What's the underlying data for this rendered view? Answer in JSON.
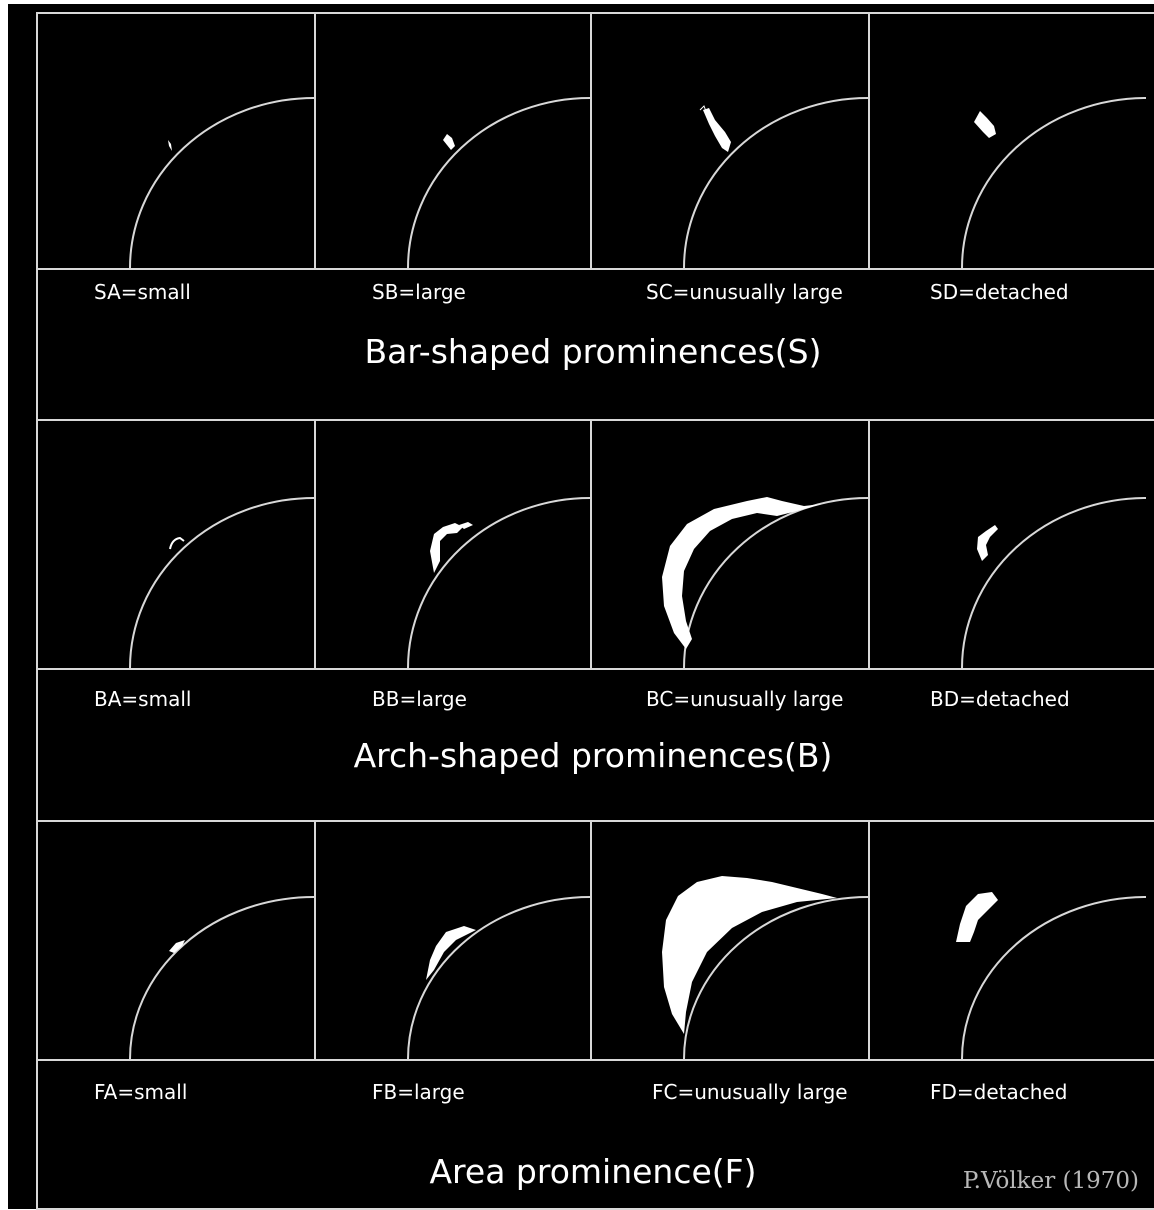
{
  "rows": [
    {
      "title": "Bar-shaped prominences(S)",
      "panels": [
        {
          "label": "SA=small",
          "icon": "small-bar-prominence-icon"
        },
        {
          "label": "SB=large",
          "icon": "large-bar-prominence-icon"
        },
        {
          "label": "SC=unusually large",
          "icon": "unusually-large-bar-prominence-icon"
        },
        {
          "label": "SD=detached",
          "icon": "detached-bar-prominence-icon"
        }
      ]
    },
    {
      "title": "Arch-shaped prominences(B)",
      "panels": [
        {
          "label": "BA=small",
          "icon": "small-arch-prominence-icon"
        },
        {
          "label": "BB=large",
          "icon": "large-arch-prominence-icon"
        },
        {
          "label": "BC=unusually large",
          "icon": "unusually-large-arch-prominence-icon"
        },
        {
          "label": "BD=detached",
          "icon": "detached-arch-prominence-icon"
        }
      ]
    },
    {
      "title": "Area prominence(F)",
      "panels": [
        {
          "label": "FA=small",
          "icon": "small-area-prominence-icon"
        },
        {
          "label": "FB=large",
          "icon": "large-area-prominence-icon"
        },
        {
          "label": "FC=unusually large",
          "icon": "unusually-large-area-prominence-icon"
        },
        {
          "label": "FD=detached",
          "icon": "detached-area-prominence-icon"
        }
      ]
    }
  ],
  "credit": "P.Völker (1970)",
  "colors": {
    "background": "#000000",
    "lines": "#d8d8d8",
    "prominence": "#ffffff",
    "credit": "#b8b8b8"
  }
}
